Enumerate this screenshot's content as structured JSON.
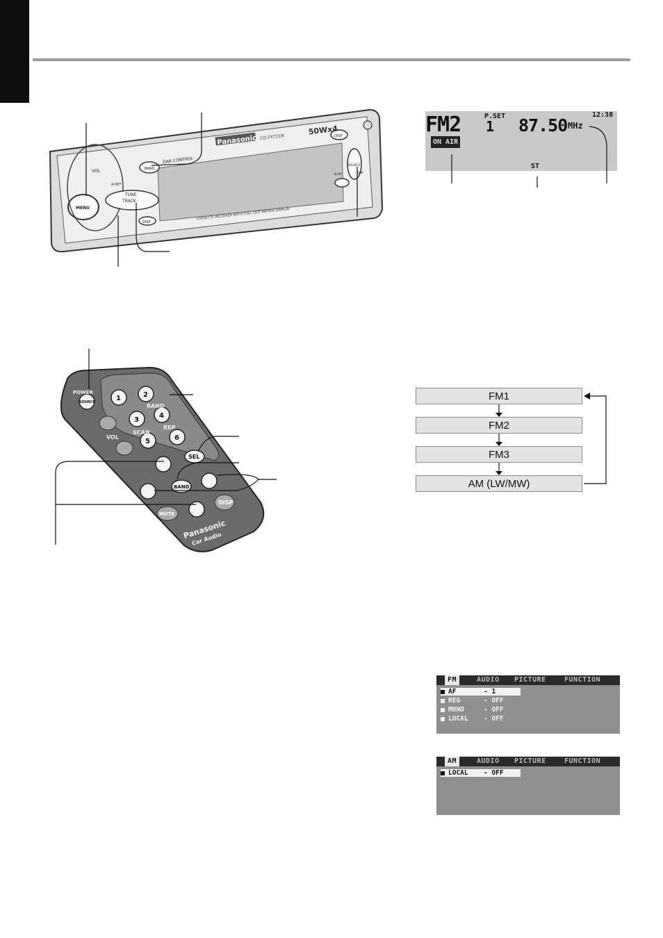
{
  "head_unit": {
    "brand": "Panasonic",
    "model": "CQ-FX721N",
    "power_badge": "50Wx4",
    "display_caption": "CASSETTE RECEIVER WITH FULL DOT MATRIX DISPLAY",
    "buttons": {
      "menu": "MENU",
      "vol": "VOL",
      "aset": "A-SET",
      "band": "BAND",
      "tune": "TUNE",
      "track": "TRACK",
      "disp": "DISP",
      "source": "SOURCE",
      "dab_control": "DAB CONTROL",
      "nrp": "N-RP",
      "dim": "DIM"
    }
  },
  "lcd": {
    "band": "FM2",
    "preset_label": "P.SET",
    "preset": "1",
    "frequency": "87.50",
    "unit": "MHz",
    "clock": "12:38",
    "on_air": "ON AIR",
    "stereo": "ST"
  },
  "remote": {
    "power": "POWER",
    "source": "SOURCE",
    "vol": "VOL",
    "rand": "RAND",
    "scan": "SCAN",
    "rep": "REP",
    "sel": "SEL",
    "band": "BAND",
    "disp": "DISP",
    "mute": "MUTE",
    "brand": "Panasonic",
    "sub_brand": "Car Audio",
    "numbers": [
      "1",
      "2",
      "3",
      "4",
      "5",
      "6"
    ]
  },
  "band_flow": [
    "FM1",
    "FM2",
    "FM3",
    "AM (LW/MW)"
  ],
  "fm_menu": {
    "tabs": [
      "FM",
      "AUDIO",
      "PICTURE",
      "FUNCTION"
    ],
    "rows": [
      {
        "label": "AF",
        "value": "- 1"
      },
      {
        "label": "REG",
        "value": "- OFF"
      },
      {
        "label": "MONO",
        "value": "- OFF"
      },
      {
        "label": "LOCAL",
        "value": "- OFF"
      }
    ]
  },
  "am_menu": {
    "tabs": [
      "AM",
      "AUDIO",
      "PICTURE",
      "FUNCTION"
    ],
    "rows": [
      {
        "label": "LOCAL",
        "value": "- OFF"
      }
    ]
  }
}
